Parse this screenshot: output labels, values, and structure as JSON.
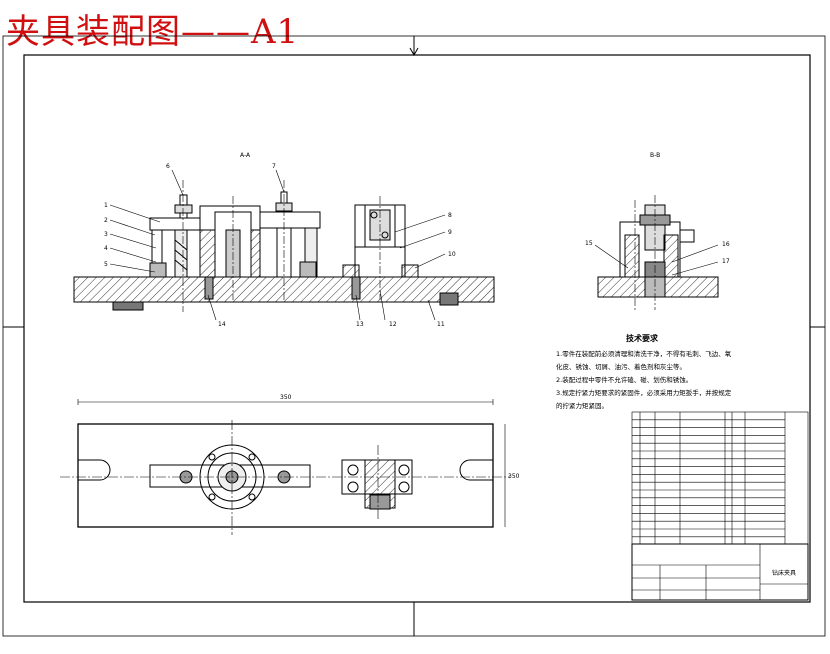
{
  "title": "夹具装配图——A1",
  "drawing": {
    "section_aa": "A-A",
    "section_bb": "B-B",
    "tech_req_title": "技术要求",
    "tech_req": [
      "1.零件在装配前必须清理和清洗干净，不得有毛刺、飞边、氧",
      "化皮、锈蚀、切屑、油污、着色剂和灰尘等。",
      "2.装配过程中零件不允许磕、碰、划伤和锈蚀。",
      "3.规定拧紧力矩要求的紧固件，必须采用力矩扳手，并按规定",
      "的拧紧力矩紧固。"
    ],
    "overall_length": "350",
    "height_dim": "350",
    "callouts": [
      "1",
      "2",
      "3",
      "4",
      "5",
      "6",
      "7",
      "8",
      "9",
      "10",
      "11",
      "12",
      "13",
      "14",
      "15",
      "16",
      "17"
    ],
    "title_block_name": "钻床夹具"
  },
  "colors": {
    "title": "#d01010",
    "line": "#000000"
  }
}
